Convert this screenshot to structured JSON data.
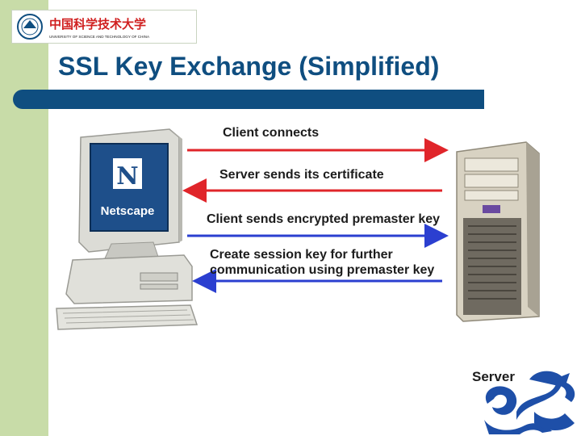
{
  "slide": {
    "title": "SSL Key Exchange (Simplified)"
  },
  "logo": {
    "text_cn": "中国科学技术大学",
    "text_en": "UNIVERSITY OF SCIENCE AND TECHNOLOGY OF CHINA"
  },
  "diagram": {
    "client_screen_text": "Netscape",
    "client_screen_letter": "N",
    "steps": [
      {
        "label": "Client connects",
        "direction": "right",
        "color": "#e0252a"
      },
      {
        "label": "Server sends its certificate",
        "direction": "left",
        "color": "#e0252a"
      },
      {
        "label": "Client sends encrypted premaster key",
        "direction": "right",
        "color": "#2b3fd0"
      },
      {
        "label": "Create session key for further communication using premaster key",
        "direction": "left",
        "color": "#2b3fd0"
      }
    ],
    "server_label": "Server"
  },
  "colors": {
    "accent": "#0f4e80",
    "sidebar": "#c8dca8"
  }
}
